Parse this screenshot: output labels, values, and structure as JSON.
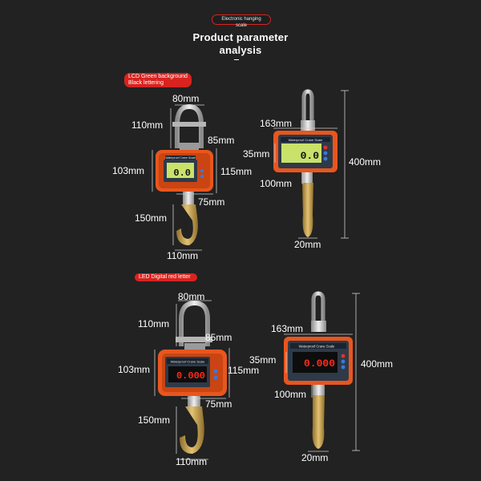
{
  "header": {
    "badge": "Electronic hanging scale",
    "title_line1": "Product parameter",
    "title_line2": "analysis"
  },
  "lcd_section": {
    "badge_line1": "LCD Green background",
    "badge_line2": "Black lettering",
    "device_label": "Waterproof Crane Scale",
    "reading": "0.0",
    "left_dims": {
      "shackle_width": "80mm",
      "shackle_height": "110mm",
      "case_depth": "85mm",
      "case_height_left": "103mm",
      "case_height_right": "115mm",
      "bottom_depth": "75mm",
      "hook_height": "150mm",
      "hook_width": "110mm"
    },
    "right_dims": {
      "case_width": "163mm",
      "display_height": "35mm",
      "total_height": "400mm",
      "case_bottom": "100mm",
      "hook_throat": "20mm"
    }
  },
  "led_section": {
    "badge": "LED Digital red letter",
    "device_label": "Waterproof Crane Scale",
    "reading": "0.000",
    "left_dims": {
      "shackle_width": "80mm",
      "shackle_height": "110mm",
      "case_depth": "85mm",
      "case_height_left": "103mm",
      "case_height_right": "115mm",
      "bottom_depth": "75mm",
      "hook_height": "150mm",
      "hook_width": "110mm"
    },
    "right_dims": {
      "case_width": "163mm",
      "display_height": "35mm",
      "total_height": "400mm",
      "case_bottom": "100mm",
      "hook_throat": "20mm"
    }
  },
  "colors": {
    "background": "#222222",
    "accent_red": "#d8231f",
    "case_orange": "#e8561e",
    "lcd_green": "#c9e26a",
    "led_red": "#ff2a1a",
    "hook_gold": "#c9a24a",
    "steel": "#c8c8c8"
  }
}
